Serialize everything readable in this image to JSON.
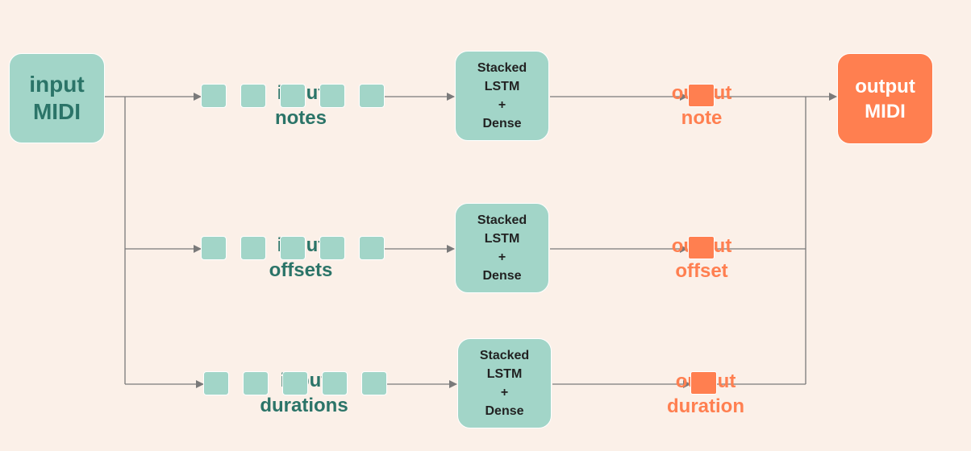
{
  "input_node": {
    "line1": "input",
    "line2": "MIDI"
  },
  "output_node": {
    "line1": "output",
    "line2": "MIDI"
  },
  "lstm_block": {
    "line1": "Stacked",
    "line2": "LSTM",
    "line3": "+",
    "line4": "Dense"
  },
  "rows": [
    {
      "input_label_1": "input",
      "input_label_2": "notes",
      "output_label_1": "output",
      "output_label_2": "note"
    },
    {
      "input_label_1": "input",
      "input_label_2": "offsets",
      "output_label_1": "output",
      "output_label_2": "offset"
    },
    {
      "input_label_1": "input",
      "input_label_2": "durations",
      "output_label_1": "output",
      "output_label_2": "duration"
    }
  ],
  "colors": {
    "background": "#fbf0e8",
    "teal": "#a2d5c8",
    "teal_text": "#2b7468",
    "orange": "#ff7f50",
    "wire": "#7a7a7a"
  }
}
